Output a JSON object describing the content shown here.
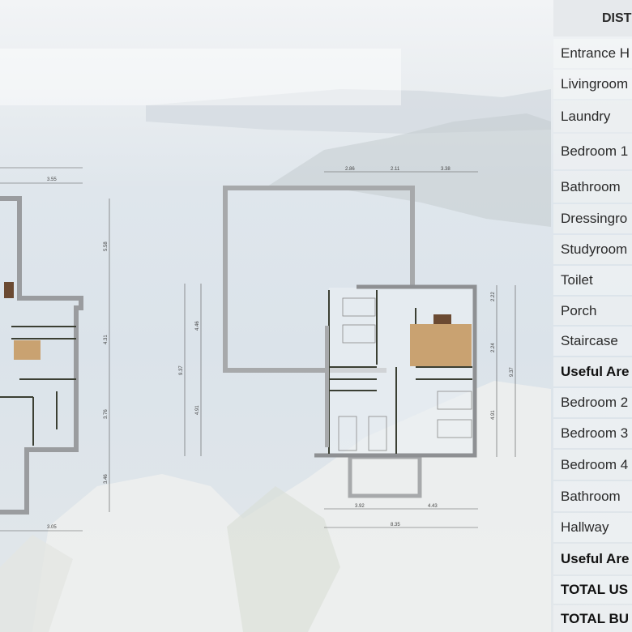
{
  "table": {
    "header": "DIST",
    "rows": [
      {
        "label": "Entrance H",
        "bold": false
      },
      {
        "label": "Livingroom",
        "bold": false
      },
      {
        "label": "Laundry",
        "bold": false
      },
      {
        "label": "Bedroom 1",
        "bold": false
      },
      {
        "label": "Bathroom",
        "bold": false
      },
      {
        "label": "Dressingro",
        "bold": false
      },
      {
        "label": "Studyroom",
        "bold": false
      },
      {
        "label": "Toilet",
        "bold": false
      },
      {
        "label": "Porch",
        "bold": false
      },
      {
        "label": "Staircase",
        "bold": false
      },
      {
        "label": "Useful Are",
        "bold": true
      },
      {
        "label": "Bedroom 2",
        "bold": false
      },
      {
        "label": "Bedroom 3",
        "bold": false
      },
      {
        "label": "Bedroom 4",
        "bold": false
      },
      {
        "label": "Bathroom",
        "bold": false
      },
      {
        "label": "Hallway",
        "bold": false
      },
      {
        "label": "Useful Are",
        "bold": true
      },
      {
        "label": "TOTAL US",
        "bold": true
      },
      {
        "label": "TOTAL BU",
        "bold": true
      }
    ]
  },
  "ground_floor": {
    "dims": {
      "top": "3.55",
      "bottom": "3.05",
      "right": [
        "5.58",
        "4.31",
        "3.76",
        "3.46"
      ],
      "side_total": "9.37",
      "side": [
        "4.46",
        "4.91"
      ]
    }
  },
  "first_floor": {
    "dims": {
      "top": [
        "2.86",
        "2.11",
        "3.38"
      ],
      "right": [
        "2.22",
        "2.24",
        "4.91"
      ],
      "right_total": "9.37",
      "bottom": [
        "3.92",
        "4.43"
      ],
      "bottom_total": "8.35"
    }
  },
  "colors": {
    "wall": "#9a9c9f",
    "inner_wall": "#3b3f33",
    "stair": "#c9a271"
  }
}
